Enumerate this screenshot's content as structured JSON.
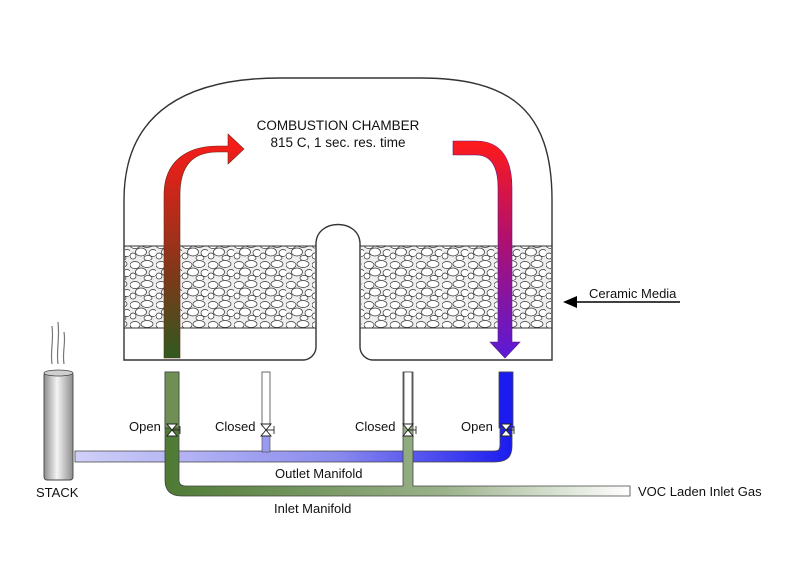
{
  "chamber": {
    "title": "COMBUSTION CHAMBER",
    "subtitle": "815 C, 1 sec. res. time"
  },
  "labels": {
    "ceramic_media": "Ceramic Media",
    "stack": "STACK",
    "outlet_manifold": "Outlet Manifold",
    "inlet_manifold": "Inlet Manifold",
    "inlet_gas": "VOC Laden Inlet Gas"
  },
  "valves": [
    {
      "state": "Open"
    },
    {
      "state": "Closed"
    },
    {
      "state": "Closed"
    },
    {
      "state": "Open"
    }
  ],
  "colors": {
    "hot": "#ff1a1a",
    "cool_green": "#3c6a26",
    "cool_blue": "#1b1bf0",
    "outlet_pipe": "#b9b9ee",
    "inlet_pipe": "#6f8f54",
    "media_fill": "#e9e9e9"
  }
}
